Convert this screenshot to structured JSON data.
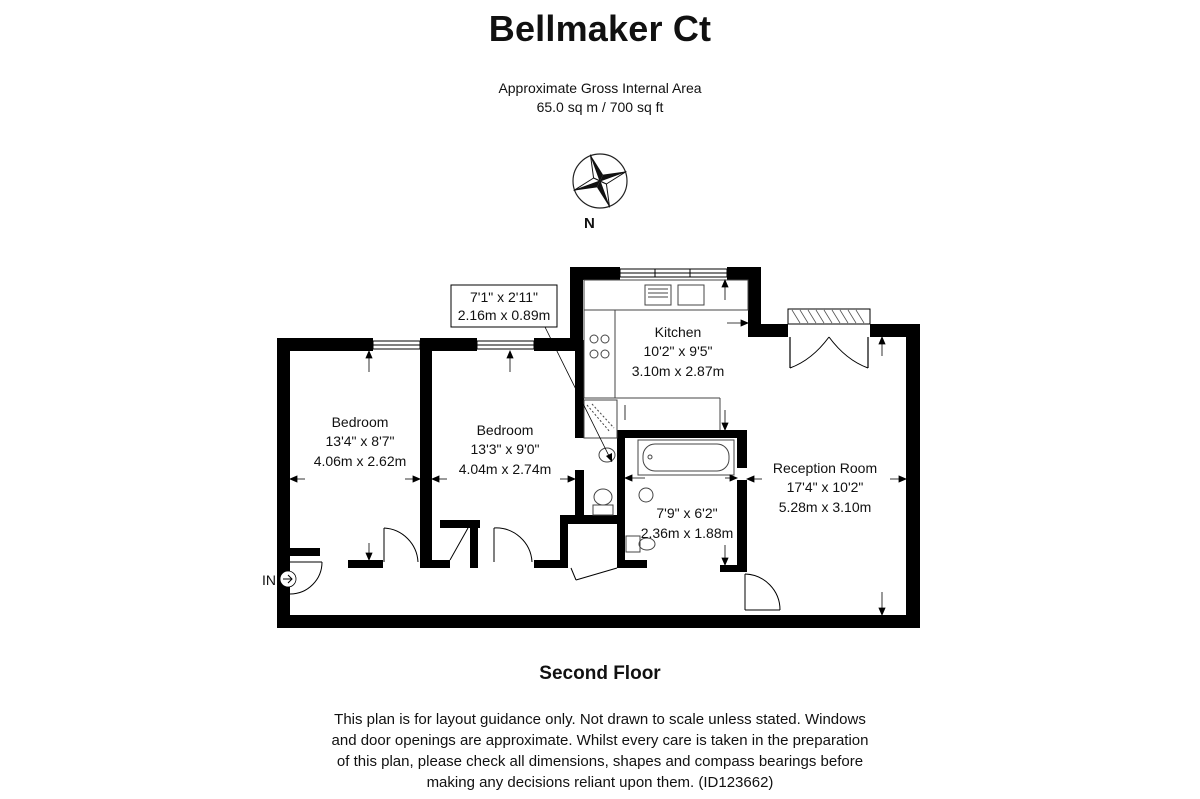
{
  "header": {
    "title": "Bellmaker Ct",
    "area_line1": "Approximate Gross Internal Area",
    "area_line2": "65.0 sq m / 700 sq ft"
  },
  "compass": {
    "label": "N"
  },
  "rooms": {
    "bedroom1": {
      "name": "Bedroom",
      "imperial": "13'4\" x 8'7\"",
      "metric": "4.06m x 2.62m"
    },
    "bedroom2": {
      "name": "Bedroom",
      "imperial": "13'3\" x 9'0\"",
      "metric": "4.04m x 2.74m"
    },
    "kitchen": {
      "name": "Kitchen",
      "imperial": "10'2\" x 9'5\"",
      "metric": "3.10m x 2.87m"
    },
    "reception": {
      "name": "Reception Room",
      "imperial": "17'4\" x 10'2\"",
      "metric": "5.28m x 3.10m"
    },
    "bathroom": {
      "imperial": "7'9\" x 6'2\"",
      "metric": "2.36m x 1.88m"
    },
    "ensuite": {
      "imperial": "7'1\" x 2'11\"",
      "metric": "2.16m x 0.89m"
    }
  },
  "entrance": {
    "label": "IN"
  },
  "footer": {
    "floor": "Second Floor",
    "disclaimer_lines": [
      "This plan is for layout guidance only. Not drawn to scale unless stated. Windows",
      "and door openings are approximate. Whilst every care is taken in the preparation",
      "of this plan, please check all dimensions, shapes and compass bearings before",
      "making any decisions reliant upon them. (ID123662)"
    ]
  },
  "colors": {
    "wall": "#000000",
    "fixture": "#444444",
    "background": "#ffffff"
  }
}
